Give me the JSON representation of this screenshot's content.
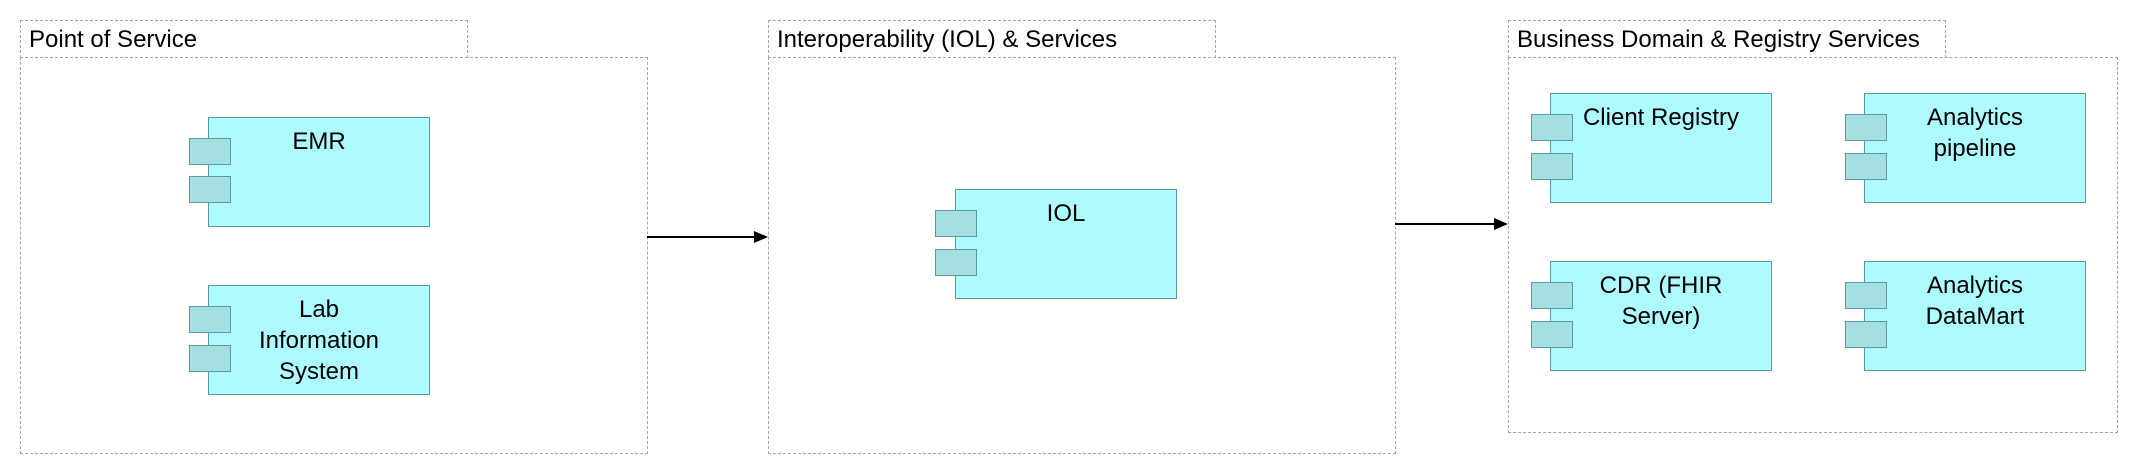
{
  "colors": {
    "component_fill": "#adfaff",
    "component_border": "#5a9aa2",
    "port_fill": "#a6dfe2",
    "frame_border": "#a6a6a6",
    "arrow": "#000000"
  },
  "groups": [
    {
      "id": "point-of-service",
      "title": "Point of Service",
      "components": [
        {
          "id": "emr",
          "label": "EMR"
        },
        {
          "id": "lis",
          "label": "Lab\nInformation\nSystem"
        }
      ]
    },
    {
      "id": "iol-services",
      "title": "Interoperability (IOL) & Services",
      "components": [
        {
          "id": "iol",
          "label": "IOL"
        }
      ]
    },
    {
      "id": "business-domain",
      "title": "Business Domain & Registry Services",
      "components": [
        {
          "id": "client-registry",
          "label": "Client Registry"
        },
        {
          "id": "analytics-pipeline",
          "label": "Analytics\npipeline"
        },
        {
          "id": "cdr",
          "label": "CDR (FHIR\nServer)"
        },
        {
          "id": "analytics-datamart",
          "label": "Analytics\nDataMart"
        }
      ]
    }
  ],
  "connections": [
    {
      "from": "point-of-service",
      "to": "iol-services"
    },
    {
      "from": "iol-services",
      "to": "business-domain"
    }
  ]
}
